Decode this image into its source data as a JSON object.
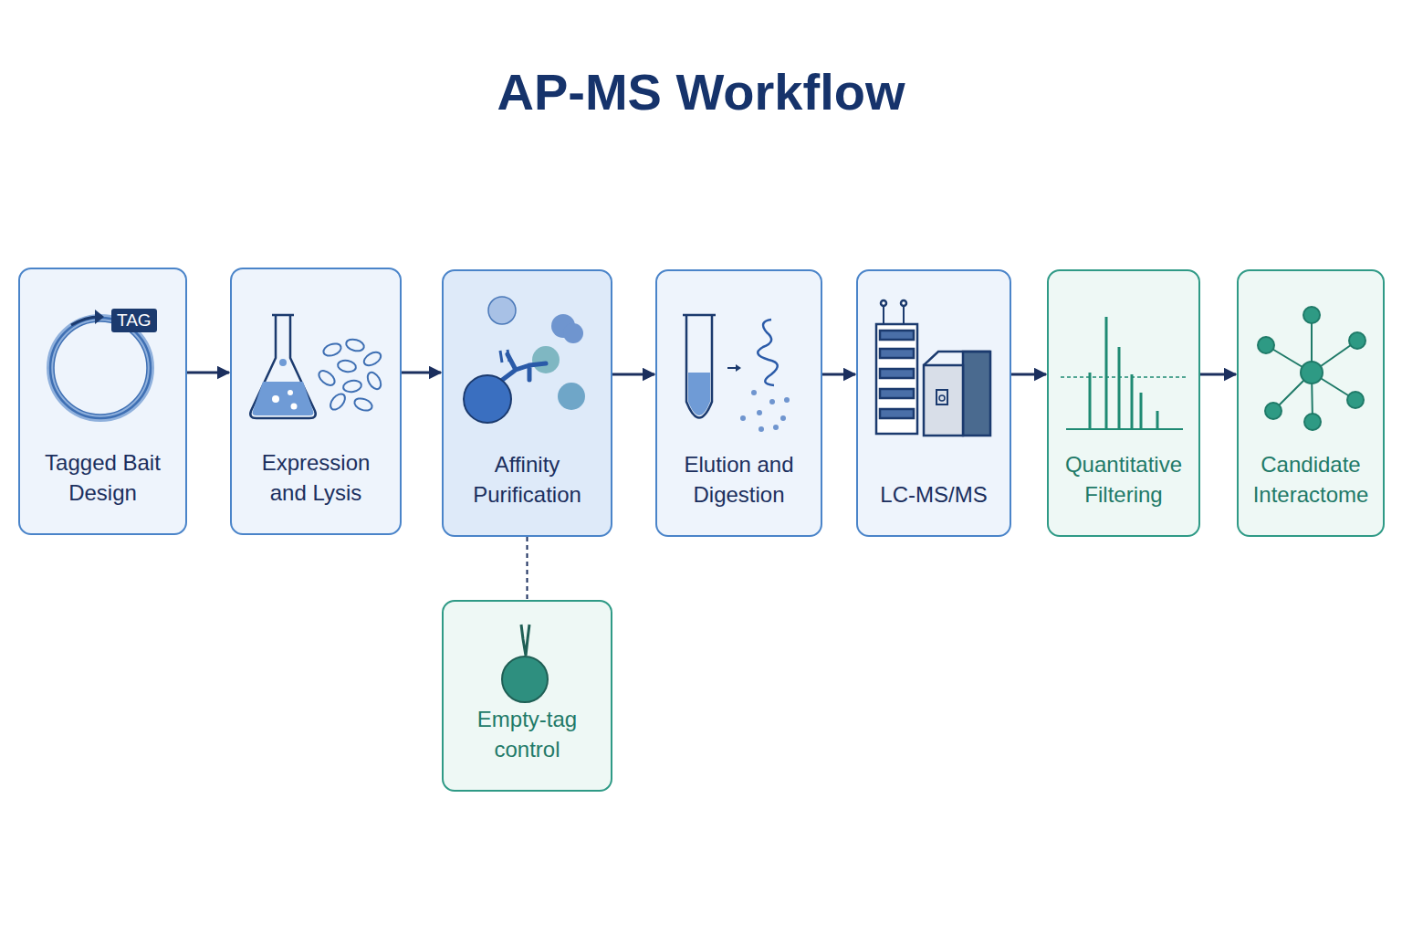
{
  "diagram": {
    "title": "AP-MS Workflow",
    "nodes": [
      {
        "text": [
          "Tagged Bait Design"
        ]
      },
      {
        "text": [
          "Expression and Lysis"
        ]
      },
      {
        "text": [
          "Affinity Purification"
        ]
      },
      {
        "text": [
          "Elution and Digestion"
        ]
      },
      {
        "text": [
          "LC-MS/MS"
        ]
      },
      {
        "text": [
          "Quantitative Filtering"
        ]
      },
      {
        "text": [
          "Candidate Interactome"
        ]
      },
      {
        "text": [
          "Empty-tag control"
        ]
      }
    ],
    "edges": [
      {
        "from": 0,
        "to": 1,
        "arrow": "to"
      },
      {
        "from": 1,
        "to": 2,
        "arrow": "to"
      },
      {
        "from": 2,
        "to": 3,
        "arrow": "to"
      },
      {
        "from": 3,
        "to": 4,
        "arrow": "to"
      },
      {
        "from": 4,
        "to": 5,
        "arrow": "to"
      },
      {
        "from": 5,
        "to": 6,
        "arrow": "to"
      },
      {
        "from": 2,
        "to": 7,
        "arrow": "none"
      }
    ],
    "labels": [
      "TAG"
    ]
  }
}
